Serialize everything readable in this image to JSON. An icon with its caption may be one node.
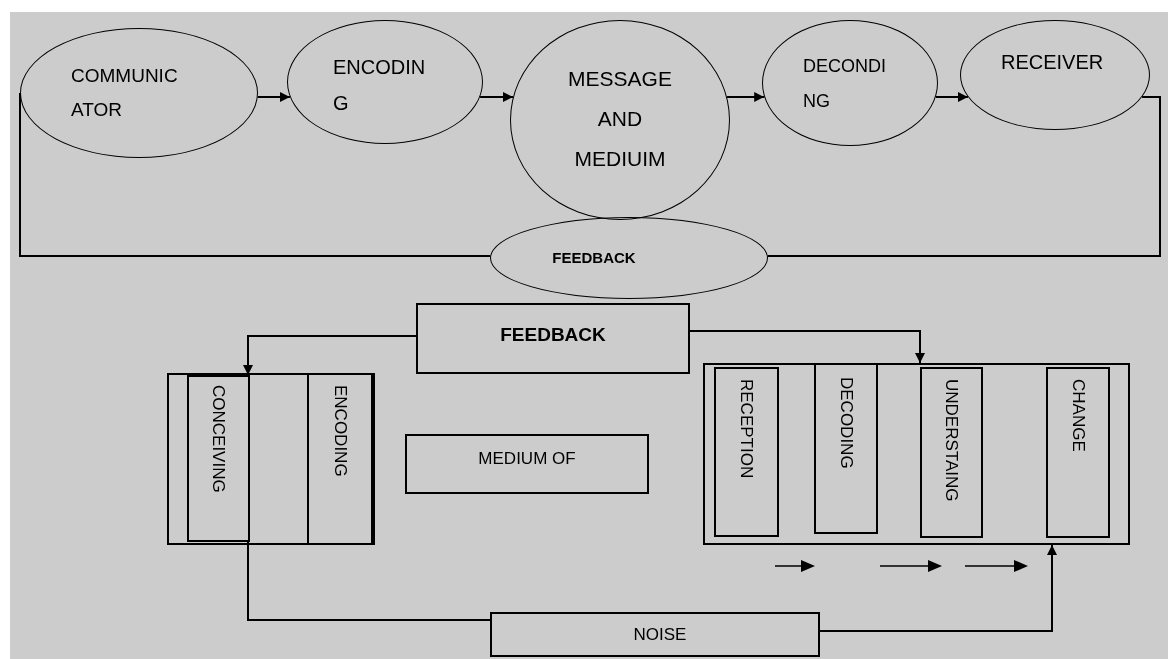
{
  "diagram": {
    "nodes": [
      {
        "text": [
          "COMMUNIC ATOR"
        ]
      },
      {
        "text": [
          "ENCODIN G"
        ]
      },
      {
        "text": [
          "MESSAGE AND MEDIUIM"
        ]
      },
      {
        "text": [
          "DECONDI NG"
        ]
      },
      {
        "text": [
          "RECEIVER"
        ]
      },
      {
        "text": [
          "FEEDBACK"
        ]
      },
      {
        "text": [
          "FEEDBACK"
        ]
      },
      {
        "text": [],
        "shape": "box"
      },
      {
        "text": [
          "CONCEIVING"
        ],
        "in": 7
      },
      {
        "text": [
          "ENCODING"
        ],
        "in": 7
      },
      {
        "text": [
          "MEDIUM OF"
        ]
      },
      {
        "text": [],
        "shape": "box"
      },
      {
        "text": [
          "RECEPTION"
        ],
        "in": 11
      },
      {
        "text": [
          "DECODING"
        ],
        "in": 11
      },
      {
        "text": [
          "UNDERSTAING"
        ],
        "in": 11
      },
      {
        "text": [
          "CHANGE"
        ],
        "in": 11
      },
      {
        "text": [
          "NOISE"
        ]
      }
    ],
    "edges": [
      {
        "from": 0,
        "to": 1,
        "arrow": "to"
      },
      {
        "from": 1,
        "to": 2,
        "arrow": "to"
      },
      {
        "from": 2,
        "to": 3,
        "arrow": "to"
      },
      {
        "from": 3,
        "to": 4,
        "arrow": "to"
      },
      {
        "from": 4,
        "to": 5,
        "arrow": "none"
      },
      {
        "from": 5,
        "to": 0,
        "arrow": "none"
      },
      {
        "from": 6,
        "to": 8,
        "arrow": "to"
      },
      {
        "from": 6,
        "to": 11,
        "arrow": "to"
      },
      {
        "from": 8,
        "to": 16,
        "arrow": "none"
      },
      {
        "from": 16,
        "to": 11,
        "arrow": "to"
      }
    ]
  }
}
